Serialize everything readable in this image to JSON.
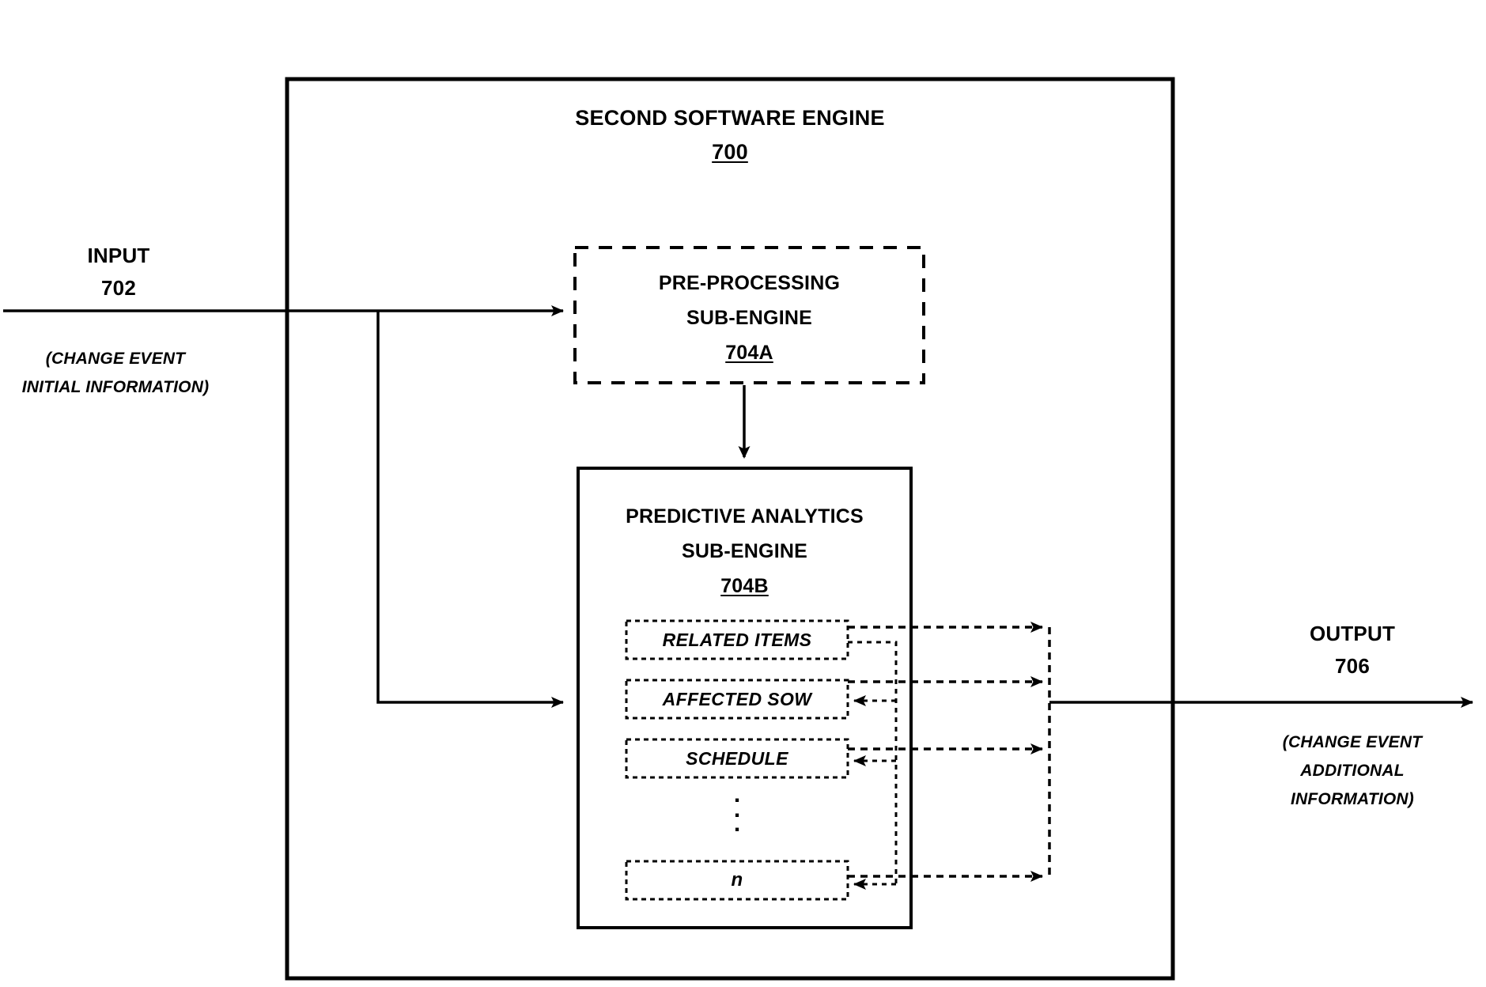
{
  "figure": {
    "engine": {
      "title": "SECOND SOFTWARE ENGINE",
      "ref": "700"
    },
    "preprocessing": {
      "line1": "PRE-PROCESSING",
      "line2": "SUB-ENGINE",
      "ref": "704A"
    },
    "predictive": {
      "line1": "PREDICTIVE ANALYTICS",
      "line2": "SUB-ENGINE",
      "ref": "704B",
      "items": [
        {
          "label": "RELATED ITEMS"
        },
        {
          "label": "AFFECTED SOW"
        },
        {
          "label": "SCHEDULE"
        },
        {
          "label": "n"
        }
      ],
      "ellipsis": "."
    },
    "input": {
      "title": "INPUT",
      "ref": "702",
      "note_line1": "(CHANGE EVENT",
      "note_line2": "INITIAL INFORMATION)"
    },
    "output": {
      "title": "OUTPUT",
      "ref": "706",
      "note_line1": "(CHANGE EVENT",
      "note_line2": "ADDITIONAL",
      "note_line3": "INFORMATION)"
    },
    "colors": {
      "ink": "#000000",
      "paper": "#ffffff"
    }
  }
}
